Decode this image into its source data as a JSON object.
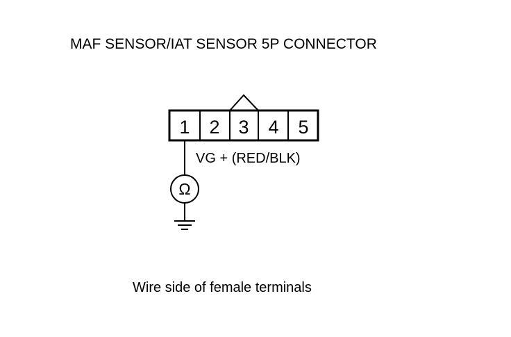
{
  "diagram": {
    "title": "MAF SENSOR/IAT SENSOR 5P CONNECTOR",
    "terminals": [
      "1",
      "2",
      "3",
      "4",
      "5"
    ],
    "wire_label": "VG + (RED/BLK)",
    "meter_symbol": "Ω",
    "caption": "Wire side of female terminals",
    "colors": {
      "line": "#000000",
      "background": "#ffffff"
    },
    "icons": [
      "ohmmeter-icon",
      "ground-icon",
      "connector-key-icon"
    ]
  }
}
